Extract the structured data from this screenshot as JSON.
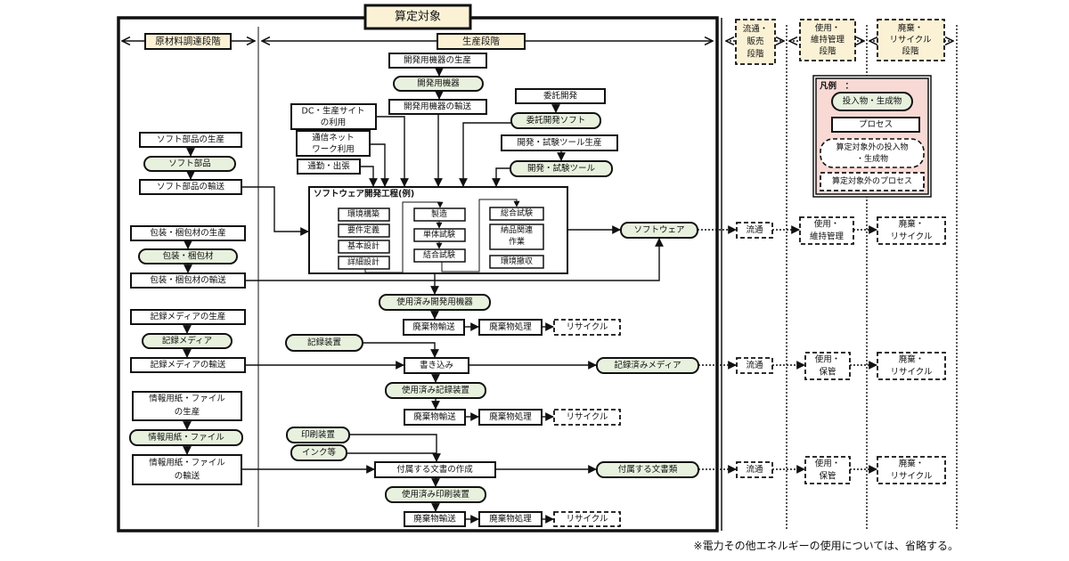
{
  "title": "算定対象",
  "stages": {
    "raw": "原材料調達段階",
    "production": "生産段階",
    "distribution": [
      "流通・",
      "販売",
      "段階"
    ],
    "use": [
      "使用・",
      "維持管理",
      "段階"
    ],
    "disposal": [
      "廃棄・",
      "リサイクル",
      "段階"
    ]
  },
  "legend": {
    "title": "凡例　：",
    "product": "投入物・生成物",
    "process": "プロセス",
    "out_product": [
      "算定対象外の投入物",
      "・生成物"
    ],
    "out_process": "算定対象外のプロセス"
  },
  "raw_materials": {
    "soft_parts": [
      "ソフト部品の生産",
      "ソフト部品",
      "ソフト部品の輸送"
    ],
    "packaging": [
      "包装・梱包材の生産",
      "包装・梱包材",
      "包装・梱包材の輸送"
    ],
    "media": [
      "記録メディアの生産",
      "記録メディア",
      "記録メディアの輸送"
    ],
    "paper": [
      [
        "情報用紙・ファイル",
        "の生産"
      ],
      "情報用紙・ファイル",
      [
        "情報用紙・ファイル",
        "の輸送"
      ]
    ]
  },
  "production": {
    "dev_equipment": [
      "開発用機器の生産",
      "開発用機器",
      "開発用機器の輸送"
    ],
    "dc_site": [
      "DC・生産サイト",
      "の利用"
    ],
    "network": [
      "通信ネット",
      "ワーク利用"
    ],
    "commute": "通勤・出張",
    "outsourcing": [
      "委託開発",
      "委託開発ソフト"
    ],
    "tools": [
      "開発・試験ツール生産",
      "開発・試験ツール"
    ],
    "process_box": {
      "title": "ソフトウェア開発工程(例)",
      "col1": [
        "環境構築",
        "要件定義",
        "基本設計",
        "詳細設計"
      ],
      "col2": [
        "製造",
        "単体試験",
        "結合試験"
      ],
      "col3": [
        "総合試験",
        [
          "納品関連",
          "作業"
        ],
        "環境撤収"
      ]
    },
    "software": "ソフトウェア",
    "used_dev_equipment": "使用済み開発用機器",
    "waste_transport": "廃棄物輸送",
    "waste_treatment": "廃棄物処理",
    "recycle": "リサイクル",
    "recording_device": "記録装置",
    "writing": "書き込み",
    "recorded_media": "記録済みメディア",
    "used_recording_device": "使用済み記録装置",
    "printer": "印刷装置",
    "ink": "インク等",
    "doc_creation": "付属する文書の作成",
    "documents": "付属する文書類",
    "used_printer": "使用済み印刷装置"
  },
  "downstream": {
    "distribution": "流通",
    "use_maint": [
      "使用・",
      "維持管理"
    ],
    "use_store": [
      "使用・",
      "保管"
    ],
    "disposal": [
      "廃棄・",
      "リサイクル"
    ]
  },
  "footnote": "※電力その他エネルギーの使用については、省略する。"
}
